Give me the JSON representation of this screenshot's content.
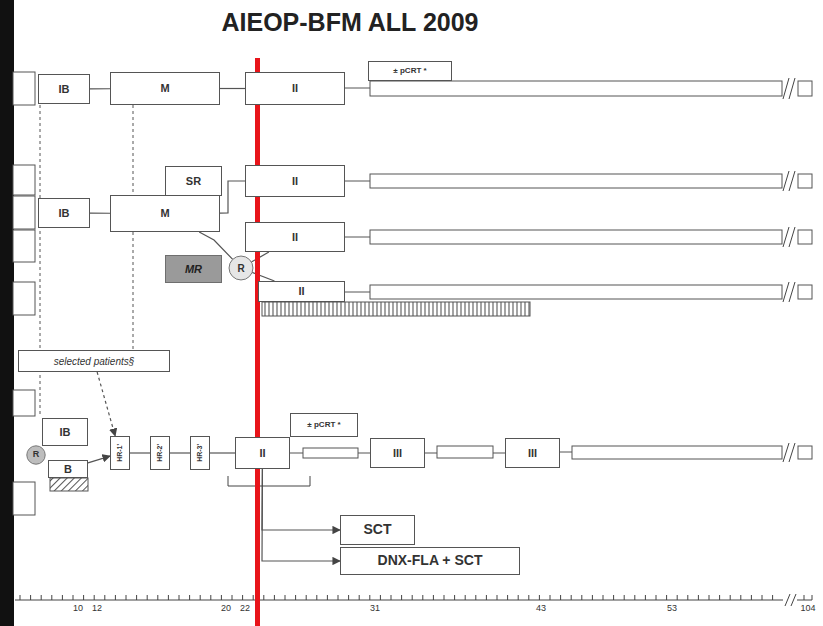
{
  "diagram": {
    "title": "AIEOP-BFM ALL 2009",
    "nodes": [
      {
        "text": [
          "IB"
        ]
      },
      {
        "text": [
          "M"
        ]
      },
      {
        "text": [
          "II"
        ]
      },
      {
        "text": [
          "± pCRT *"
        ]
      },
      {
        "text": [
          "SR"
        ]
      },
      {
        "text": [
          "II"
        ]
      },
      {
        "text": [
          "IB"
        ]
      },
      {
        "text": [
          "M"
        ]
      },
      {
        "text": [
          "MR"
        ]
      },
      {
        "text": [
          "R"
        ]
      },
      {
        "text": [
          "II"
        ]
      },
      {
        "text": [
          "II"
        ]
      },
      {
        "text": [
          "selected patients§"
        ]
      },
      {
        "text": [
          "IB"
        ]
      },
      {
        "text": [
          "R"
        ]
      },
      {
        "text": [
          "B"
        ]
      },
      {
        "text": [
          "HR-1'"
        ]
      },
      {
        "text": [
          "HR-2'"
        ]
      },
      {
        "text": [
          "HR-3'"
        ]
      },
      {
        "text": [
          "II"
        ]
      },
      {
        "text": [
          "± pCRT *"
        ]
      },
      {
        "text": [
          "III"
        ]
      },
      {
        "text": [
          "III"
        ]
      },
      {
        "text": [
          "SCT"
        ]
      },
      {
        "text": [
          "DNX-FLA + SCT"
        ]
      }
    ],
    "edges": [
      {
        "from": 0,
        "to": 1,
        "arrow": "none"
      },
      {
        "from": 1,
        "to": 2,
        "arrow": "none"
      },
      {
        "from": 6,
        "to": 7,
        "arrow": "none"
      },
      {
        "from": 7,
        "to": 5,
        "arrow": "none"
      },
      {
        "from": 7,
        "to": 9,
        "arrow": "none"
      },
      {
        "from": 9,
        "to": 10,
        "arrow": "none"
      },
      {
        "from": 9,
        "to": 11,
        "arrow": "none"
      },
      {
        "from": 12,
        "to": 16,
        "arrow": "to"
      },
      {
        "from": 15,
        "to": 16,
        "arrow": "to"
      },
      {
        "from": 16,
        "to": 17,
        "arrow": "none"
      },
      {
        "from": 17,
        "to": 18,
        "arrow": "none"
      },
      {
        "from": 18,
        "to": 19,
        "arrow": "none"
      },
      {
        "from": 19,
        "to": 21,
        "arrow": "none"
      },
      {
        "from": 21,
        "to": 22,
        "arrow": "none"
      },
      {
        "from": 19,
        "to": 23,
        "arrow": "to"
      },
      {
        "from": 19,
        "to": 24,
        "arrow": "to"
      }
    ],
    "labels": [
      "10",
      "12",
      "20",
      "22",
      "31",
      "43",
      "53",
      "104"
    ]
  }
}
